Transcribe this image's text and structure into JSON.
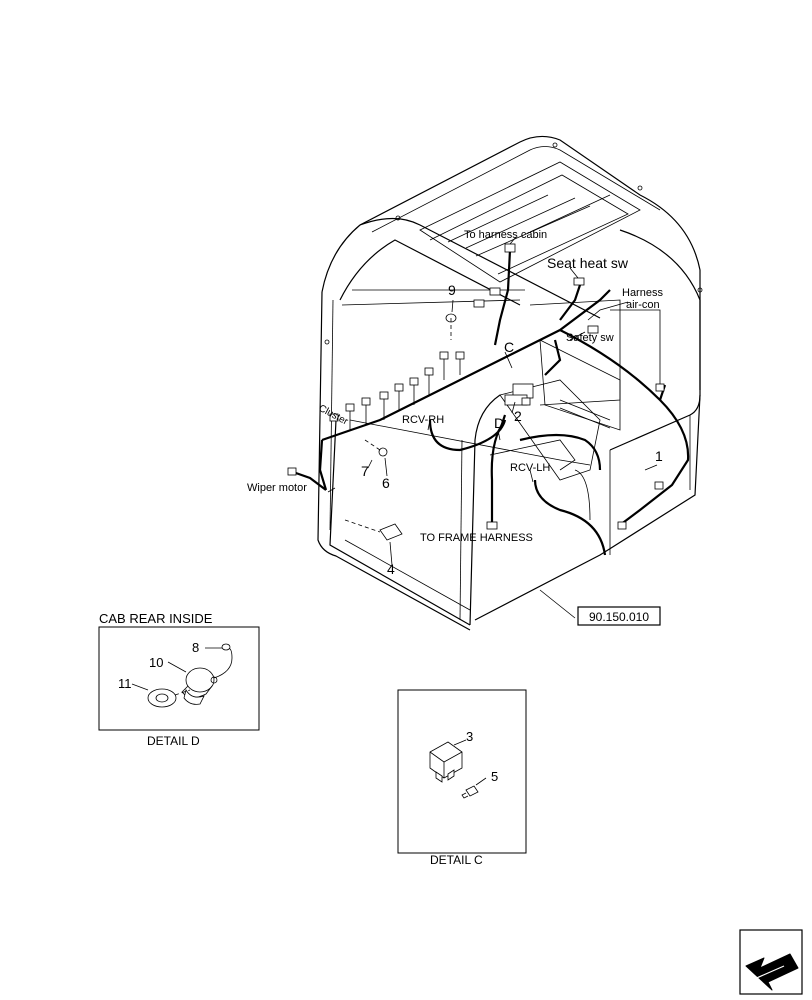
{
  "callouts": {
    "to_harness_cabin": "To harness cabin",
    "seat_heat_sw": "Seat heat sw",
    "harness_aircon_line1": "Harness",
    "harness_aircon_line2": "air-con",
    "safety_sw": "Safety sw",
    "rcv_rh": "RCV-RH",
    "rcv_lh": "RCV-LH",
    "wiper_motor": "Wiper motor",
    "to_frame_harness": "TO FRAME HARNESS",
    "cluster": "Cluster",
    "letter_c": "C",
    "letter_d": "D"
  },
  "part_numbers": {
    "p1": "1",
    "p2": "2",
    "p3": "3",
    "p4": "4",
    "p5": "5",
    "p6": "6",
    "p7": "7",
    "p8": "8",
    "p9": "9",
    "p10": "10",
    "p11": "11"
  },
  "reference_box": "90.150.010",
  "detail_d": {
    "header": "CAB REAR INSIDE",
    "caption": "DETAIL D"
  },
  "detail_c": {
    "caption": "DETAIL C"
  },
  "nav": {
    "icon": "arrow-back-icon"
  }
}
